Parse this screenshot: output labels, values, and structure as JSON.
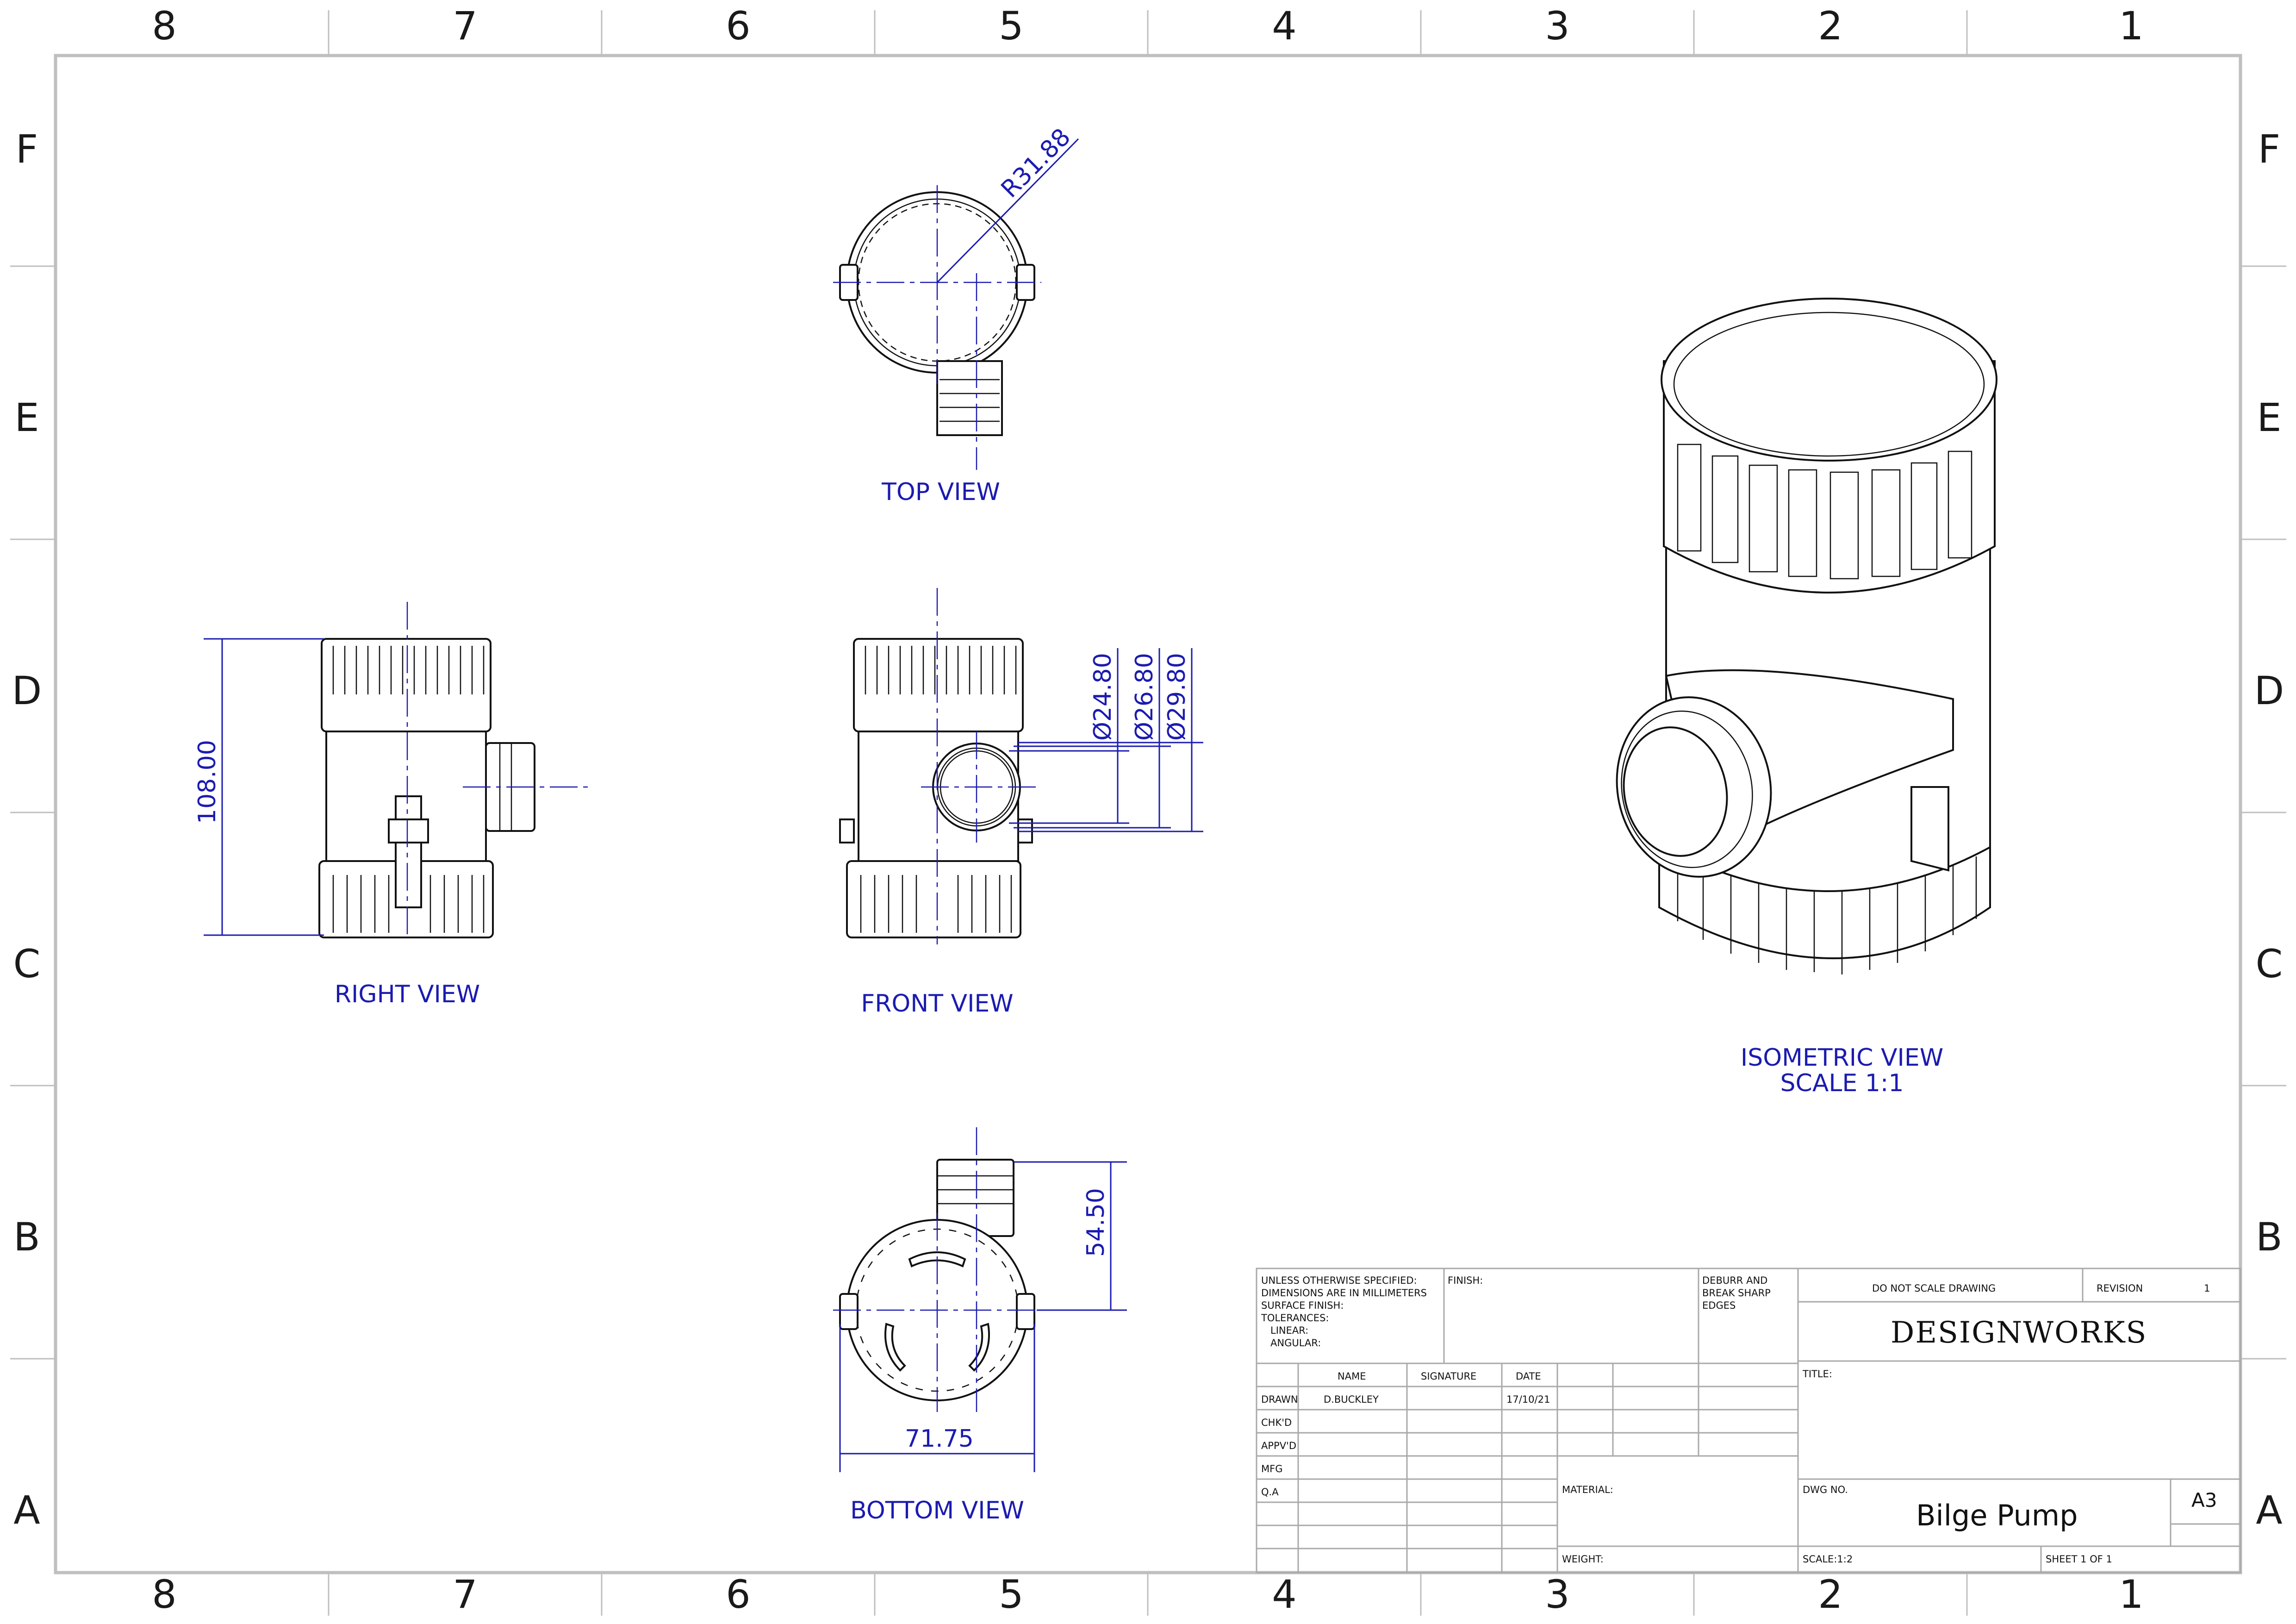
{
  "zones": {
    "columns": [
      "8",
      "7",
      "6",
      "5",
      "4",
      "3",
      "2",
      "1"
    ],
    "rows": [
      "F",
      "E",
      "D",
      "C",
      "B",
      "A"
    ]
  },
  "views": {
    "top": "TOP VIEW",
    "right": "RIGHT VIEW",
    "front": "FRONT VIEW",
    "bottom": "BOTTOM VIEW",
    "isometric": "ISOMETRIC VIEW",
    "isometric_scale": "SCALE 1:1"
  },
  "dimensions": {
    "radius": "R31.88",
    "height": "108.00",
    "dia_1": "Ø24.80",
    "dia_2": "Ø26.80",
    "dia_3": "Ø29.80",
    "outlet_length": "54.50",
    "width": "71.75"
  },
  "title_block": {
    "notes": [
      "UNLESS OTHERWISE SPECIFIED:",
      "DIMENSIONS ARE IN MILLIMETERS",
      "SURFACE FINISH:",
      "TOLERANCES:",
      "LINEAR:",
      "ANGULAR:"
    ],
    "finish_label": "FINISH:",
    "deburr": [
      "DEBURR AND",
      "BREAK SHARP",
      "EDGES"
    ],
    "do_not_scale": "DO NOT SCALE DRAWING",
    "revision_label": "REVISION",
    "revision_value": "1",
    "brand": "DESIGNWORKS",
    "col_name": "NAME",
    "col_signature": "SIGNATURE",
    "col_date": "DATE",
    "roles": [
      "DRAWN",
      "CHK'D",
      "APPV'D",
      "MFG",
      "Q.A"
    ],
    "drawn_name": "D.BUCKLEY",
    "drawn_date": "17/10/21",
    "title_label": "TITLE:",
    "material_label": "MATERIAL:",
    "weight_label": "WEIGHT:",
    "dwg_no_label": "DWG NO.",
    "dwg_title": "Bilge Pump",
    "sheet_size": "A3",
    "scale_label": "SCALE:1:2",
    "sheet_label": "SHEET 1 OF 1"
  }
}
